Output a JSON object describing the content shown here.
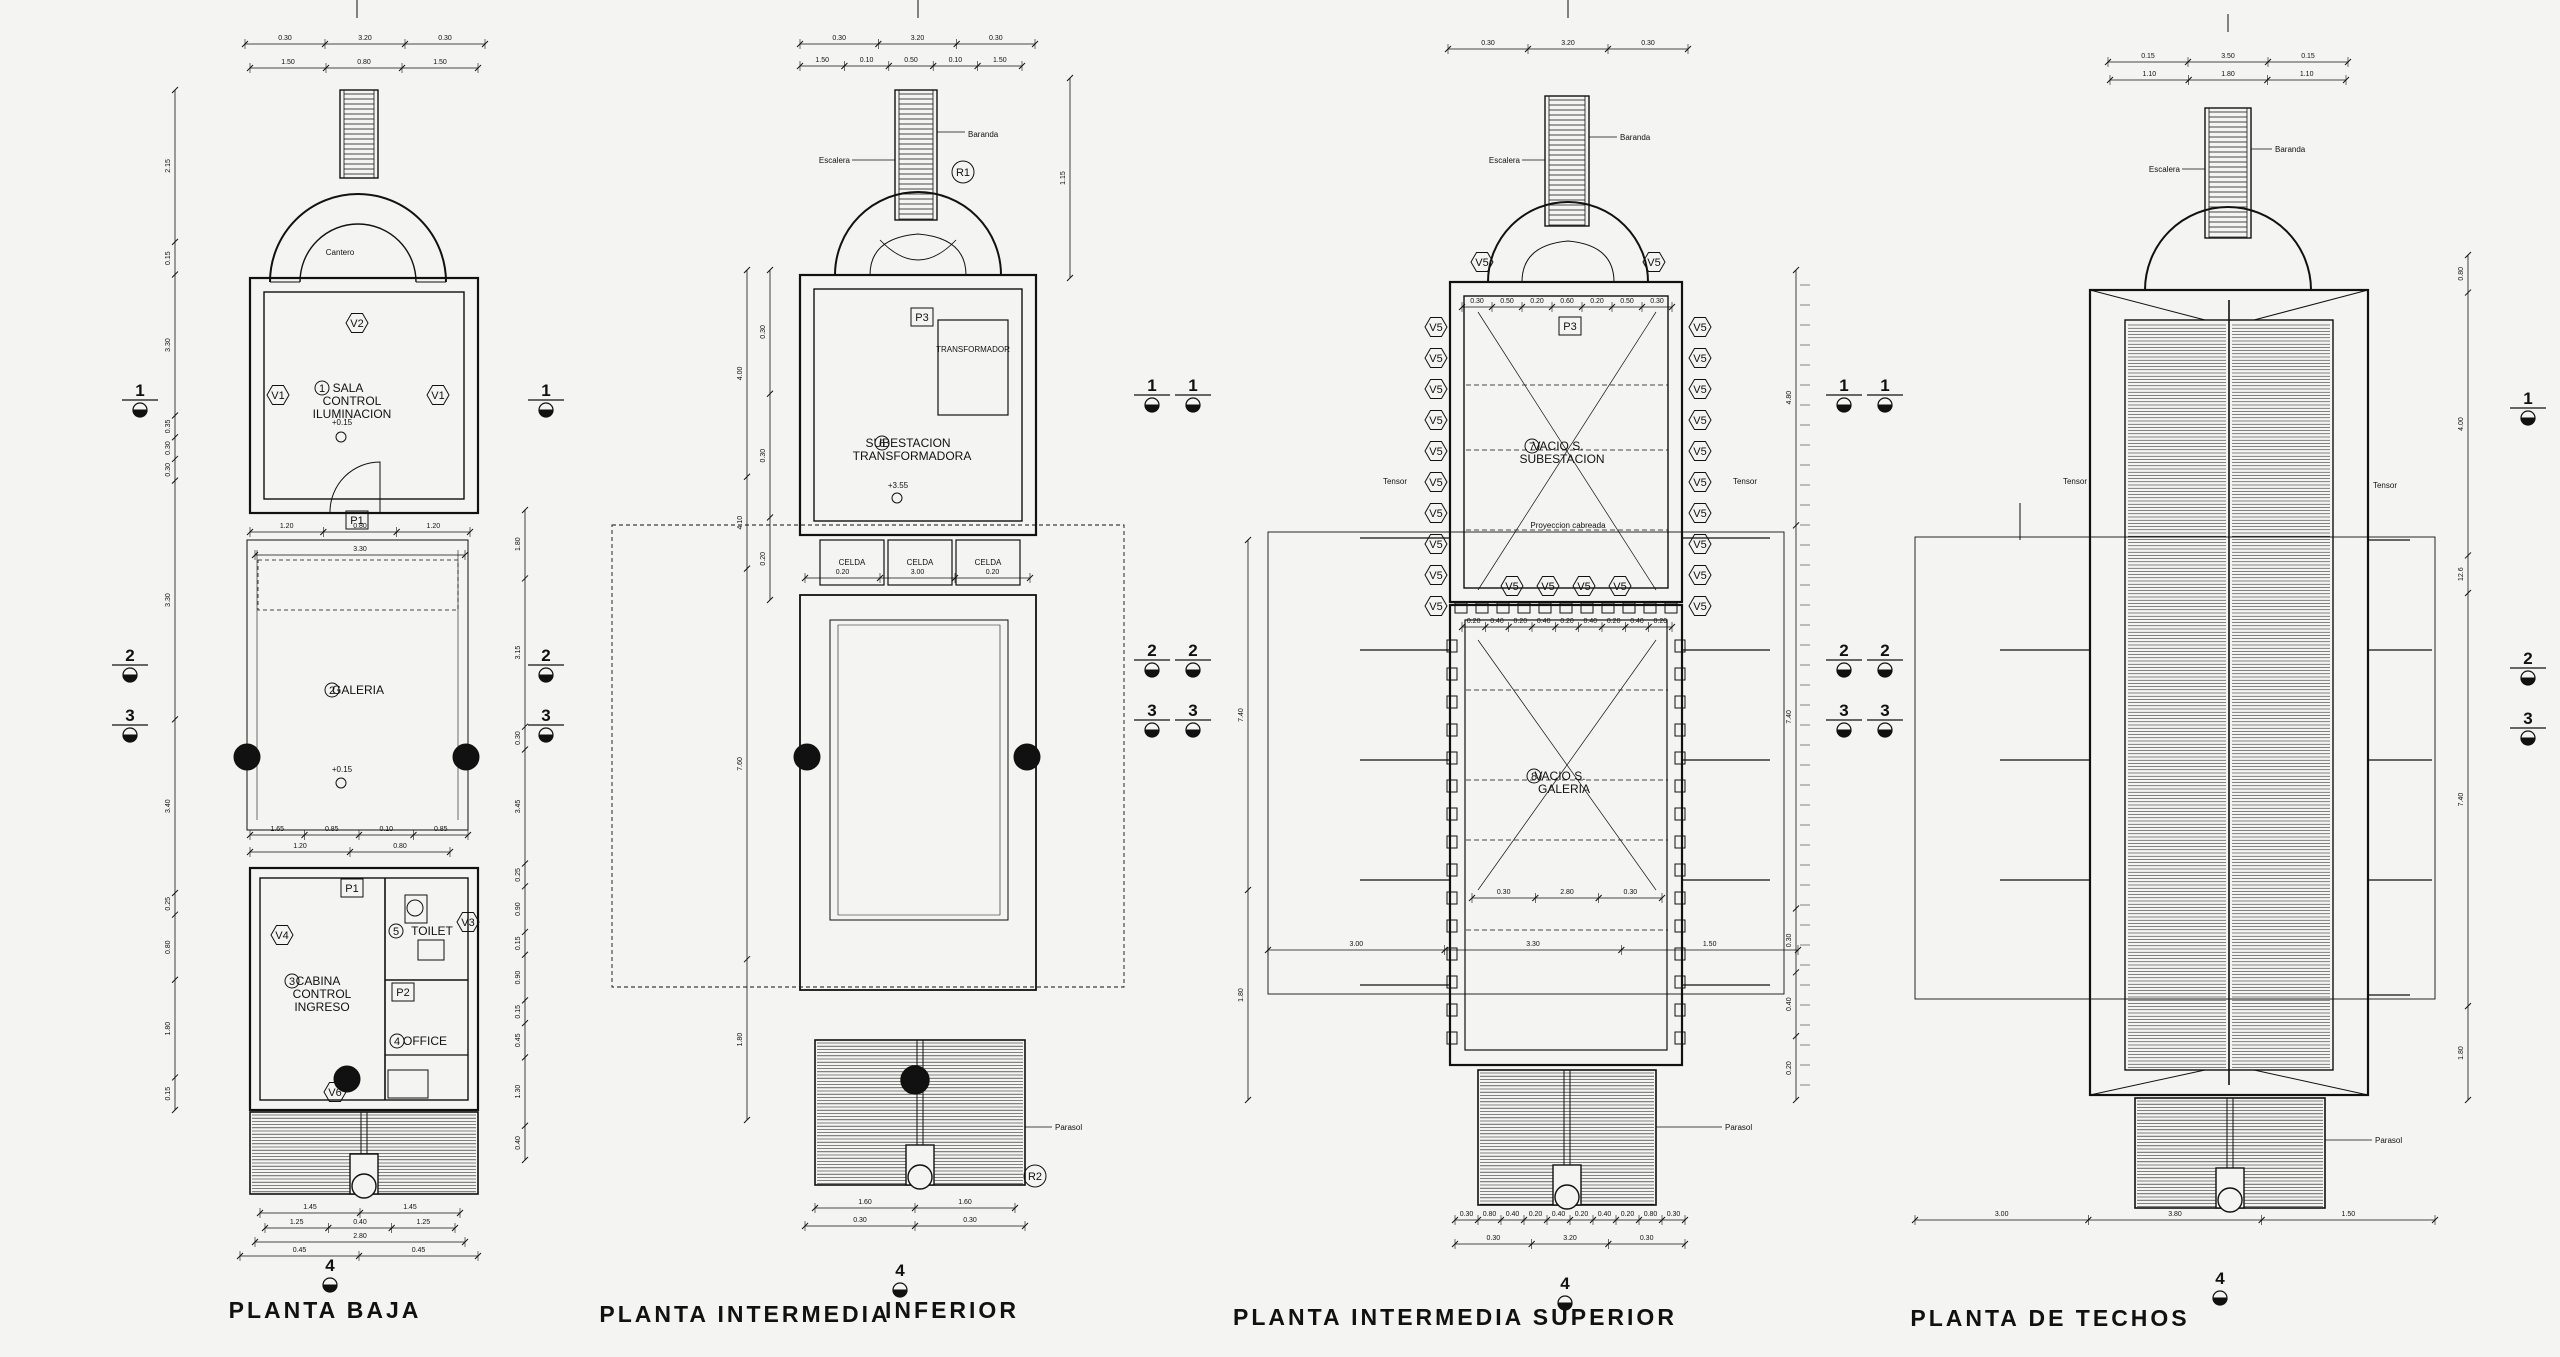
{
  "plans": [
    {
      "title": "PLANTA BAJA",
      "rooms": [
        {
          "number": "1",
          "name_lines": [
            "SALA",
            "CONTROL",
            "ILUMINACION"
          ]
        },
        {
          "number": "2",
          "name_lines": [
            "GALERIA"
          ]
        },
        {
          "number": "3",
          "name_lines": [
            "CABINA",
            "CONTROL",
            "INGRESO"
          ]
        },
        {
          "number": "4",
          "name_lines": [
            "OFFICE"
          ]
        },
        {
          "number": "5",
          "name_lines": [
            "TOILET"
          ]
        }
      ],
      "tags": [
        "V1",
        "V1",
        "V2",
        "V3",
        "V4",
        "V6",
        "P1",
        "P1",
        "P2"
      ],
      "notes": [
        "Cantero"
      ],
      "levels": [
        "+0.15",
        "+0.15"
      ],
      "section_marks": [
        "1",
        "1",
        "2",
        "2",
        "3",
        "3",
        "4"
      ],
      "dims": {
        "top_total": "3.20",
        "top_sides": [
          "0.30",
          "0.30"
        ],
        "top_parts": [
          "1.50",
          "0.80",
          "1.50"
        ],
        "bottom_rows": [
          [
            "1.45",
            "1.45"
          ],
          [
            "1.25",
            "0.40",
            "1.25"
          ],
          [
            "2.80"
          ],
          [
            "0.45",
            "0.45"
          ]
        ],
        "row_a": [
          "1.20",
          "0.80",
          "1.20"
        ],
        "row_b": [
          "3.30"
        ],
        "row_c": [
          "1.65",
          "0.85",
          "0.10",
          "0.85"
        ],
        "row_d": [
          "1.20",
          "0.80"
        ],
        "left_vertical": [
          "2.15",
          "0.15",
          "3.30",
          "0.35",
          "0.30",
          "0.30",
          "3.30",
          "3.40",
          "0.25",
          "0.80",
          "1.80",
          "0.15"
        ],
        "right_vertical": [
          "1.80",
          "3.15",
          "0.30",
          "3.45",
          "0.25",
          "0.90",
          "0.15",
          "0.90",
          "0.15",
          "0.45",
          "1.30",
          "0.40"
        ]
      }
    },
    {
      "title": "PLANTA INTERMEDIA INFERIOR",
      "title_parts": [
        "PLANTA INTERMEDIA",
        "INFERIOR"
      ],
      "rooms": [
        {
          "number": "6",
          "name_lines": [
            "SUBESTACION",
            "TRANSFORMADORA"
          ]
        }
      ],
      "tags": [
        "R1",
        "R2",
        "P3"
      ],
      "notes": [
        "Escalera",
        "Baranda",
        "TRANSFORMADOR",
        "Parasol"
      ],
      "cells": [
        "CELDA",
        "CELDA",
        "CELDA"
      ],
      "levels": [
        "+3.55"
      ],
      "section_marks": [
        "1",
        "1",
        "2",
        "2",
        "3",
        "3",
        "4"
      ],
      "dims": {
        "top_total": "3.20",
        "top_sides": [
          "0.30",
          "0.30"
        ],
        "top_parts": [
          "1.50",
          "0.10",
          "0.50",
          "0.10",
          "1.50"
        ],
        "cell_row": [
          "0.20",
          "3.00",
          "0.20"
        ],
        "bottom_rows": [
          [
            "1.60",
            "1.60"
          ],
          [
            "0.30",
            "0.30"
          ]
        ],
        "left_vertical": [
          "4.00",
          "4.10",
          "7.60",
          "1.80",
          "0.30",
          "0.30",
          "0.20"
        ],
        "stair_vertical": "1.15"
      }
    },
    {
      "title": "PLANTA INTERMEDIA SUPERIOR",
      "rooms": [
        {
          "number": "7",
          "name_lines": [
            "VACIO S.",
            "SUBESTACION"
          ]
        },
        {
          "number": "8",
          "name_lines": [
            "VACIO S.",
            "GALERIA"
          ]
        }
      ],
      "tags": [
        "V5",
        "P3"
      ],
      "notes": [
        "Escalera",
        "Baranda",
        "Tensor",
        "Tensor",
        "Proyeccion cabreada",
        "Parasol"
      ],
      "section_marks": [
        "1",
        "1",
        "2",
        "2",
        "3",
        "3",
        "4"
      ],
      "dims": {
        "top_total": "3.20",
        "top_sides": [
          "0.30",
          "0.30"
        ],
        "top_parts": [
          "0.30",
          "0.50",
          "0.20",
          "0.60",
          "0.20",
          "0.50",
          "0.30"
        ],
        "mid_row": [
          "0.20",
          "0.40",
          "0.20",
          "0.40",
          "0.20",
          "0.40",
          "0.20",
          "0.40",
          "0.20"
        ],
        "inner_row": [
          "0.30",
          "2.80",
          "0.30"
        ],
        "wide_row": [
          "3.00",
          "3.30",
          "1.50"
        ],
        "bottom_rows": [
          [
            "0.30",
            "0.80",
            "0.40",
            "0.20",
            "0.40",
            "0.20",
            "0.40",
            "0.20",
            "0.80",
            "0.30"
          ],
          [
            "0.30",
            "3.20",
            "0.30"
          ]
        ],
        "left_vertical": [
          "7.40",
          "1.80"
        ],
        "right_vertical": [
          "4.80",
          "7.40",
          "0.30",
          "0.40",
          "0.20"
        ]
      }
    },
    {
      "title": "PLANTA DE TECHOS",
      "notes": [
        "Escalera",
        "Baranda",
        "Tensor",
        "Tensor",
        "Parasol"
      ],
      "section_marks": [
        "1",
        "2",
        "3",
        "4"
      ],
      "dims": {
        "top_total": "3.50",
        "top_sides": [
          "0.15",
          "0.15"
        ],
        "top_parts": [
          "1.10",
          "1.80",
          "1.10"
        ],
        "bottom_row": [
          "3.00",
          "3.80",
          "1.50"
        ],
        "right_vertical": [
          "0.80",
          "4.00",
          "12.6",
          "7.40",
          "1.80"
        ]
      }
    }
  ]
}
